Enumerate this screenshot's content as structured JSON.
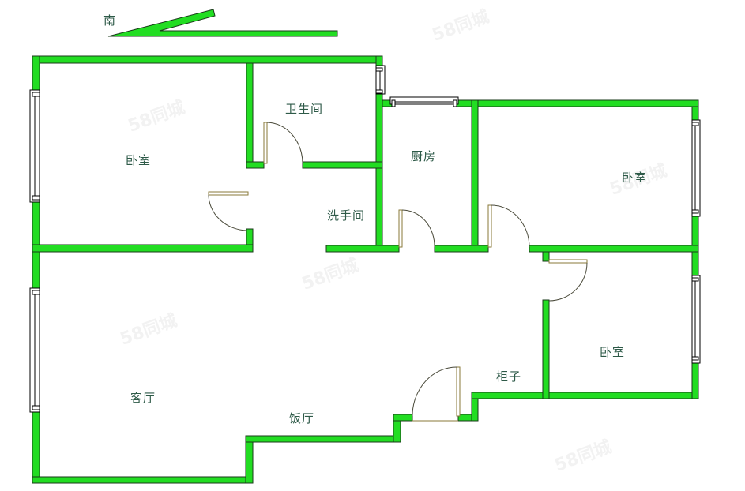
{
  "compass": {
    "label": "南",
    "arrow_color": "#22dd22"
  },
  "colors": {
    "wall": "#22dd22",
    "wall_outline": "#1a3a1a",
    "label_text": "#2e5a48",
    "door": "#8a7a3a",
    "background": "#ffffff"
  },
  "rooms": [
    {
      "id": "bedroom-northwest",
      "label": "卧室"
    },
    {
      "id": "bathroom",
      "label": "卫生间"
    },
    {
      "id": "washroom",
      "label": "洗手间"
    },
    {
      "id": "kitchen",
      "label": "厨房"
    },
    {
      "id": "bedroom-east",
      "label": "卧室"
    },
    {
      "id": "bedroom-southeast",
      "label": "卧室"
    },
    {
      "id": "living-room",
      "label": "客厅"
    },
    {
      "id": "dining-room",
      "label": "饭厅"
    },
    {
      "id": "cabinet",
      "label": "柜子"
    }
  ],
  "watermark": "58同城"
}
